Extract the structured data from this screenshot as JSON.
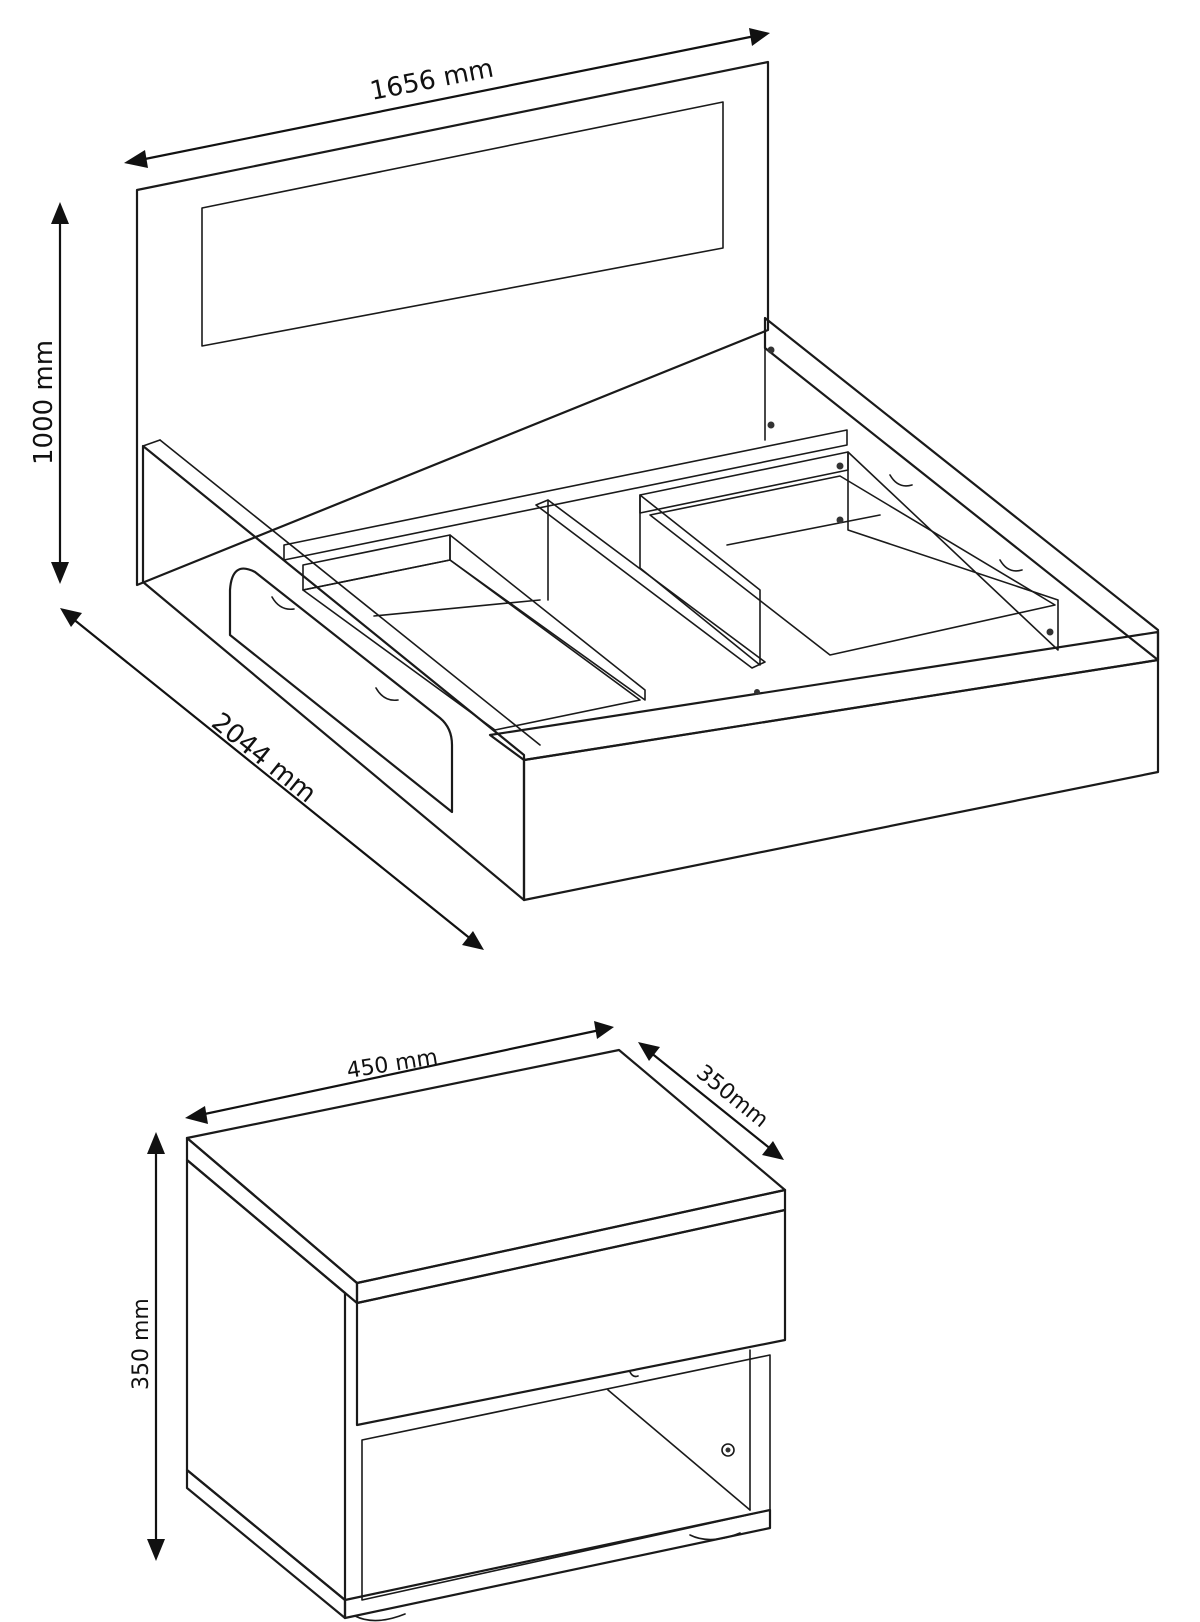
{
  "bed": {
    "width_label": "1656 mm",
    "height_label": "1000 mm",
    "length_label": "2044 mm"
  },
  "nightstand": {
    "width_label": "450 mm",
    "depth_label": "350mm",
    "height_label": "350 mm"
  },
  "colors": {
    "line": "#1a1a1a",
    "background": "#ffffff"
  }
}
